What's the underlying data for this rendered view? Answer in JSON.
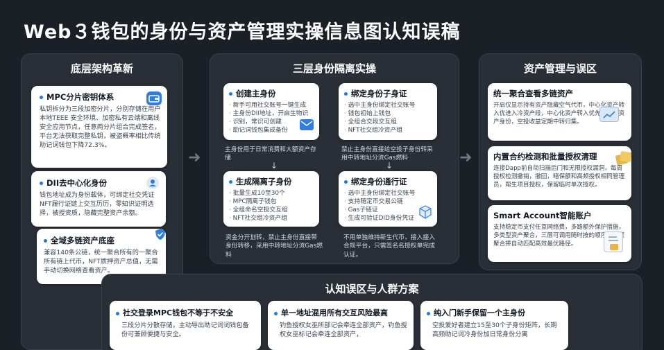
{
  "title": "Web３钱包的身份与资产管理实操信息图认知误稿",
  "left_panel": {
    "heading": "底层架构革新",
    "cards": [
      {
        "title": "MPC分片密钥体系",
        "text": "私钥拆分为三段加密分片，分别存储在用户本地TEEE 安全环境、加密私有云端和离线安全应用节点，任意两分片组合完成签名，平台无法获取完整私钥，被盗概率相比传统助记词钱包下降72.3%。"
      },
      {
        "title": "DII去中心化身份",
        "text": "钱包地址成为身份载体，可绑定社交凭证NFT履行证链上交互历历，零知识证明选择，被授资质，隐藏完整资产余额。"
      },
      {
        "title": "全域多链资产底座",
        "text": "兼容140条公链，统一聚合所有的一聚合所有链上代币，NFT质押资产总值，无需手动切换网络查看资产。"
      }
    ]
  },
  "middle_panel": {
    "heading": "三层身份隔离实操",
    "cards": [
      {
        "title": "创建主身份",
        "lines": [
          "新手可用社交账号一键生成",
          "主身份DII地址，开启生物识",
          "识别，常识可创建",
          "助记词钱包集成备份"
        ]
      },
      {
        "title": "绑定身份子身证",
        "lines": [
          "选中主身份绑定社交账号",
          "钱包初始上钱包",
          "全组合交段交互组",
          "NFT社交组冷资产组"
        ]
      },
      {
        "title": "生成隔离子身份",
        "lines": [
          "批量生成10至30个",
          "MPC隔离子钱包",
          "全组命名空投交互组",
          "NFT社交组冷资产组"
        ]
      },
      {
        "title": "绑定身份通行证",
        "lines": [
          "选中主身份绑定社交账号",
          "支持随定币交易公链",
          "Gas子链证",
          "生成可验证DID身份凭证"
        ]
      }
    ],
    "captions": [
      "主身份用于日常消费和大额资产存储",
      "禁止主身份直接给空投子身份转采用中转地址分流Gas燃料",
      "资金分开划转，禁止主身份直接带身份转移，采用中转地址分流Gas燃料",
      "不用单独维持新生代币，接入接入合规平台，只需签名名授权单完成认证。"
    ]
  },
  "right_panel": {
    "heading": "资产管理与误区",
    "cards": [
      {
        "title": "统一聚合查看多链资产",
        "text": "开启仅显示持有资产隐藏空气代币，中心化资产转入优进入冷资产段，中心化资产转入优先进入冷资产身份，空投收益定期中转归集。"
      },
      {
        "title": "内置合约检测和批量授权清理",
        "text": "连接Dapp前自动扫描后门和无限授权漏洞，每周授权检测撤销，撤回，暗保额和高频授权相同管理员，帮生项目授权，保留临时单次授权。"
      },
      {
        "title": "Smart Account智能账户",
        "text": "支持稳定币支付任意网络费，多路额外保护措施，多类型资产聚合，三层可调用随时按的顺序，内置聚合捧自动匹配高效最优路径。"
      }
    ]
  },
  "bottom_panel": {
    "heading": "认知误区与人群方案",
    "cards": [
      {
        "title": "社交登录MPC钱包不等于不安全",
        "text": "三段分片分散存储，主动导出助记词词钱包备份可兼顾便捷与安全。"
      },
      {
        "title": "单一地址混用所有交互风险最高",
        "text": "钓鱼授权女巫所部记会牵连全部资产，钓鱼授权女巫标记会牵连全部资产，"
      },
      {
        "title": "纯入门新手保留一个主身份",
        "text": "空投爱好者建立15至30个子身份矩阵，长期高频助记词冷身份加日常身份分离"
      }
    ]
  },
  "colors": {
    "accent": "#1f7ae0",
    "background": "#1b1f26",
    "panel": "#2a2f37"
  }
}
